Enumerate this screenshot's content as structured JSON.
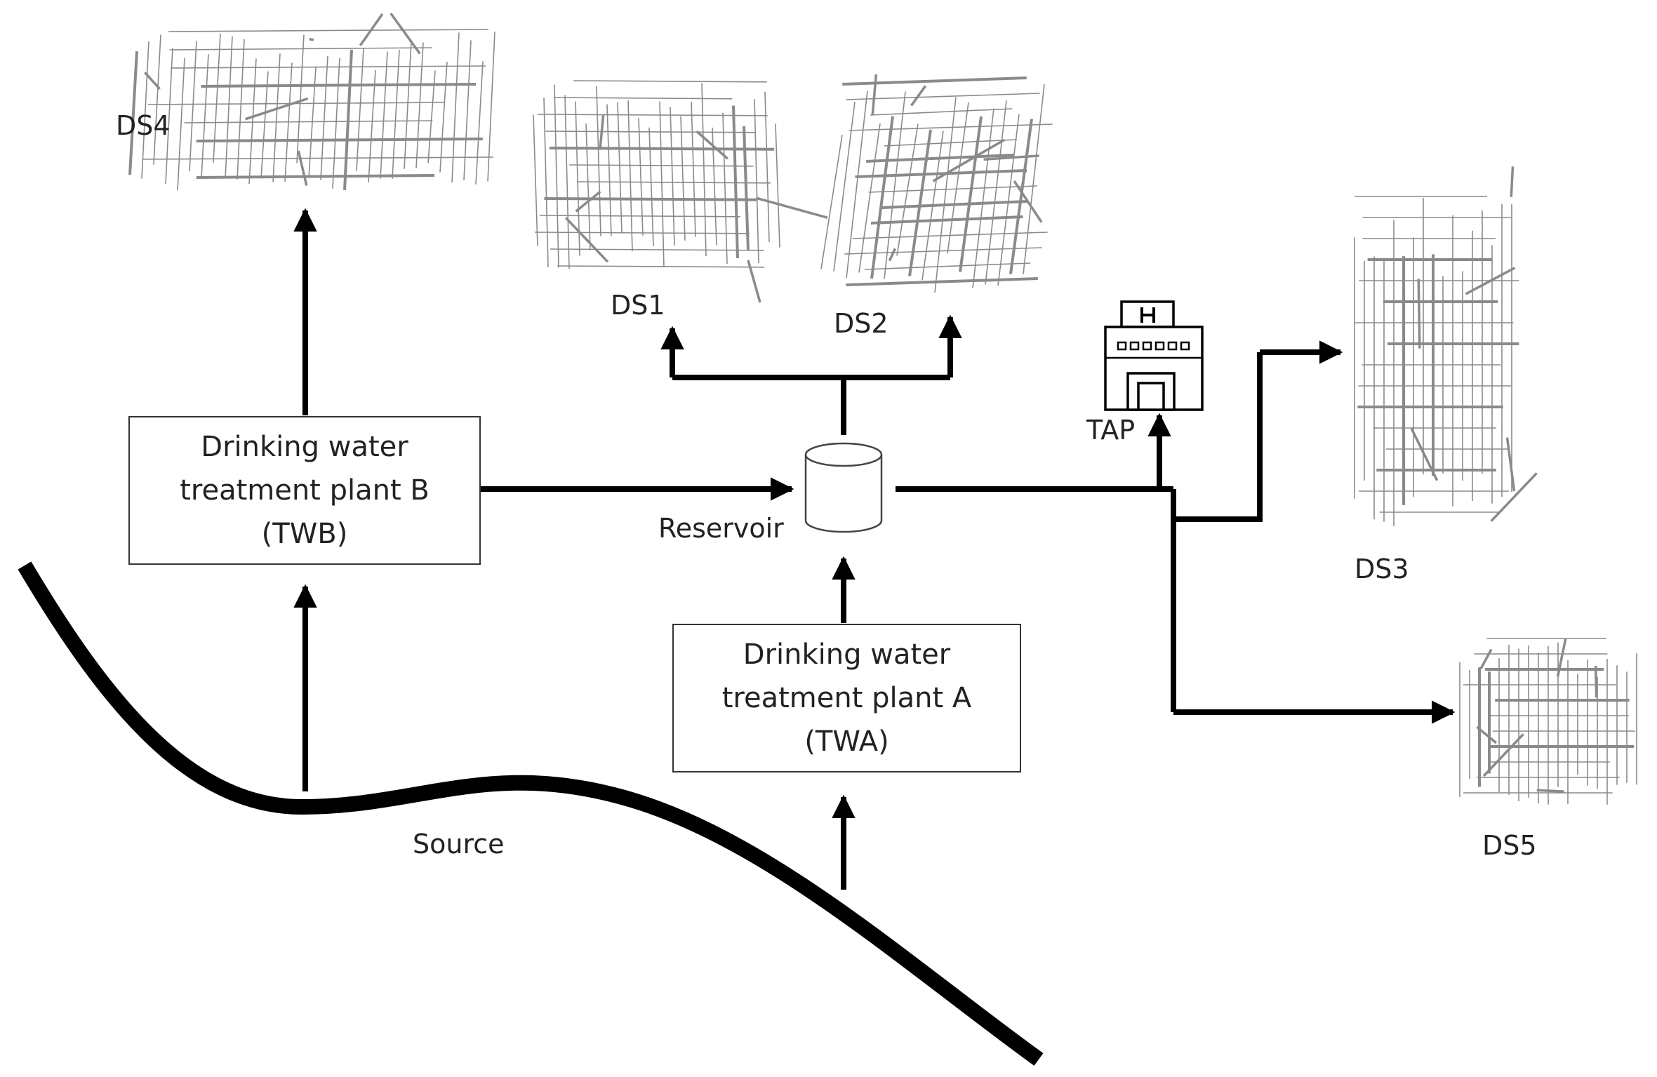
{
  "source": {
    "label": "Source"
  },
  "reservoir": {
    "label": "Reservoir"
  },
  "plant_b": {
    "line1": "Drinking water",
    "line2": "treatment plant B",
    "line3": "(TWB)"
  },
  "plant_a": {
    "line1": "Drinking water",
    "line2": "treatment plant A",
    "line3": "(TWA)"
  },
  "tap": {
    "label": "TAP",
    "icon": "hospital-building-icon"
  },
  "systems": {
    "ds1": "DS1",
    "ds2": "DS2",
    "ds3": "DS3",
    "ds4": "DS4",
    "ds5": "DS5"
  },
  "colors": {
    "lines": "#000000",
    "map_roads": "#8a8a8a"
  }
}
